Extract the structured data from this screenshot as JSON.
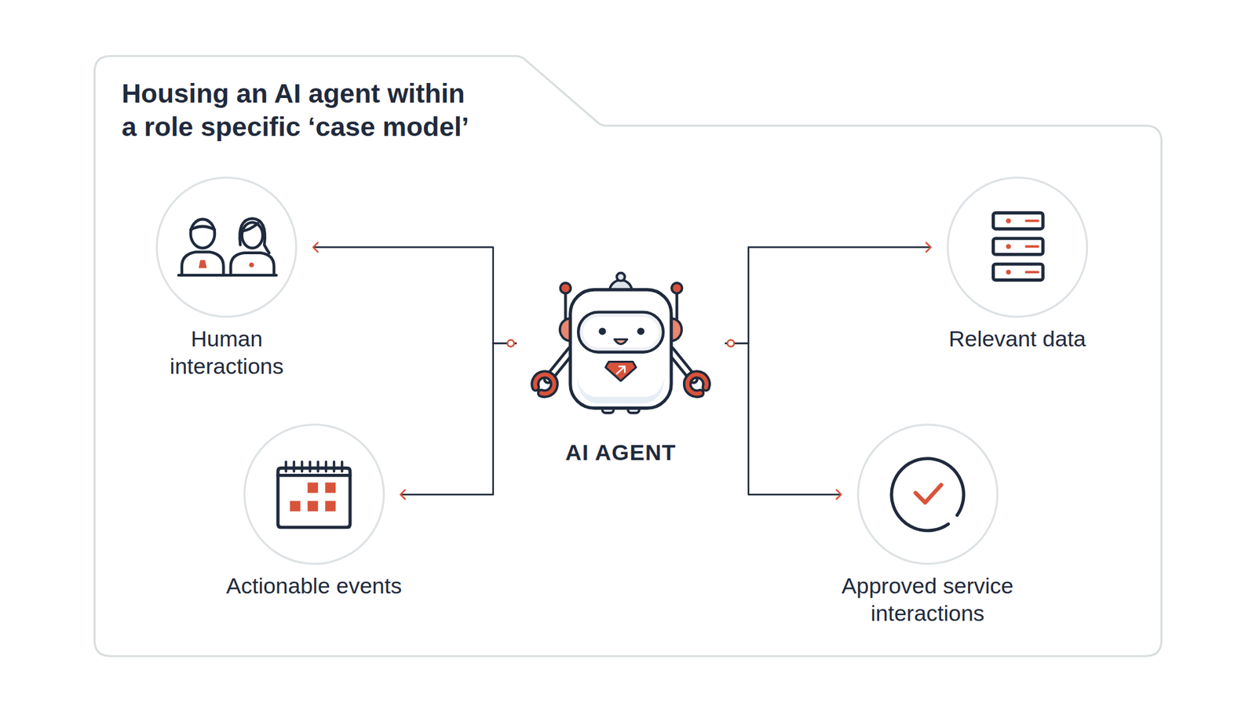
{
  "diagram": {
    "title": "Housing an AI agent within a role specific ‘case model’",
    "nodes": [
      {
        "text": [
          "Human interactions"
        ]
      },
      {
        "text": [
          "Relevant data"
        ]
      },
      {
        "text": [
          "AI AGENT"
        ]
      },
      {
        "text": [
          "Actionable events"
        ]
      },
      {
        "text": [
          "Approved service interactions"
        ]
      }
    ],
    "edges": [
      {
        "from": 2,
        "to": 0,
        "arrow": "to"
      },
      {
        "from": 2,
        "to": 1,
        "arrow": "to"
      },
      {
        "from": 2,
        "to": 3,
        "arrow": "to"
      },
      {
        "from": 2,
        "to": 4,
        "arrow": "to"
      }
    ]
  }
}
